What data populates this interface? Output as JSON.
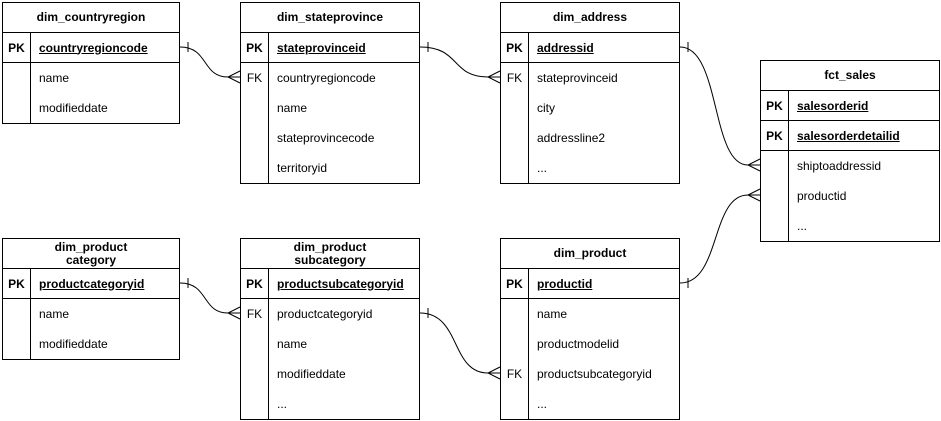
{
  "diagram": {
    "colors": {
      "stroke": "#000000",
      "fill": "#ffffff",
      "text": "#000000",
      "background": "#ffffff"
    },
    "entities": [
      {
        "id": "dim_countryregion",
        "title_lines": [
          "dim_countryregion"
        ],
        "rows": [
          {
            "key": "PK",
            "name": "countryregioncode",
            "is_pk": true
          },
          {
            "key": "",
            "name": "name",
            "is_pk": false
          },
          {
            "key": "",
            "name": "modifieddate",
            "is_pk": false
          }
        ]
      },
      {
        "id": "dim_stateprovince",
        "title_lines": [
          "dim_stateprovince"
        ],
        "rows": [
          {
            "key": "PK",
            "name": "stateprovinceid",
            "is_pk": true
          },
          {
            "key": "FK",
            "name": "countryregioncode",
            "is_pk": false
          },
          {
            "key": "",
            "name": "name",
            "is_pk": false
          },
          {
            "key": "",
            "name": "stateprovincecode",
            "is_pk": false
          },
          {
            "key": "",
            "name": "territoryid",
            "is_pk": false
          }
        ]
      },
      {
        "id": "dim_address",
        "title_lines": [
          "dim_address"
        ],
        "rows": [
          {
            "key": "PK",
            "name": "addressid",
            "is_pk": true
          },
          {
            "key": "FK",
            "name": "stateprovinceid",
            "is_pk": false
          },
          {
            "key": "",
            "name": "city",
            "is_pk": false
          },
          {
            "key": "",
            "name": "addressline2",
            "is_pk": false
          },
          {
            "key": "",
            "name": "...",
            "is_pk": false
          }
        ]
      },
      {
        "id": "fct_sales",
        "title_lines": [
          "fct_sales"
        ],
        "rows": [
          {
            "key": "PK",
            "name": "salesorderid",
            "is_pk": true
          },
          {
            "key": "PK",
            "name": "salesorderdetailid",
            "is_pk": true
          },
          {
            "key": "",
            "name": "shiptoaddressid",
            "is_pk": false
          },
          {
            "key": "",
            "name": "productid",
            "is_pk": false
          },
          {
            "key": "",
            "name": "...",
            "is_pk": false
          }
        ]
      },
      {
        "id": "dim_product_category",
        "title_lines": [
          "dim_product",
          "category"
        ],
        "rows": [
          {
            "key": "PK",
            "name": "productcategoryid",
            "is_pk": true
          },
          {
            "key": "",
            "name": "name",
            "is_pk": false
          },
          {
            "key": "",
            "name": "modifieddate",
            "is_pk": false
          }
        ]
      },
      {
        "id": "dim_product_subcategory",
        "title_lines": [
          "dim_product",
          "subcategory"
        ],
        "rows": [
          {
            "key": "PK",
            "name": "productsubcategoryid",
            "is_pk": true
          },
          {
            "key": "FK",
            "name": "productcategoryid",
            "is_pk": false
          },
          {
            "key": "",
            "name": "name",
            "is_pk": false
          },
          {
            "key": "",
            "name": "modifieddate",
            "is_pk": false
          },
          {
            "key": "",
            "name": "...",
            "is_pk": false
          }
        ]
      },
      {
        "id": "dim_product",
        "title_lines": [
          "dim_product"
        ],
        "rows": [
          {
            "key": "PK",
            "name": "productid",
            "is_pk": true
          },
          {
            "key": "",
            "name": "name",
            "is_pk": false
          },
          {
            "key": "",
            "name": "productmodelid",
            "is_pk": false
          },
          {
            "key": "FK",
            "name": "productsubcategoryid",
            "is_pk": false
          },
          {
            "key": "",
            "name": "...",
            "is_pk": false
          }
        ]
      }
    ],
    "relationships": [
      {
        "from_entity": "dim_countryregion",
        "from_field": "countryregioncode",
        "from_cardinality": "one",
        "to_entity": "dim_stateprovince",
        "to_field": "countryregioncode",
        "to_cardinality": "many"
      },
      {
        "from_entity": "dim_stateprovince",
        "from_field": "stateprovinceid",
        "from_cardinality": "one",
        "to_entity": "dim_address",
        "to_field": "stateprovinceid",
        "to_cardinality": "many"
      },
      {
        "from_entity": "dim_address",
        "from_field": "addressid",
        "from_cardinality": "one",
        "to_entity": "fct_sales",
        "to_field": "shiptoaddressid",
        "to_cardinality": "many"
      },
      {
        "from_entity": "dim_product",
        "from_field": "productid",
        "from_cardinality": "one",
        "to_entity": "fct_sales",
        "to_field": "productid",
        "to_cardinality": "many"
      },
      {
        "from_entity": "dim_product_category",
        "from_field": "productcategoryid",
        "from_cardinality": "one",
        "to_entity": "dim_product_subcategory",
        "to_field": "productcategoryid",
        "to_cardinality": "many"
      },
      {
        "from_entity": "dim_product_subcategory",
        "from_field": "productsubcategoryid",
        "from_cardinality": "one",
        "to_entity": "dim_product",
        "to_field": "productsubcategoryid",
        "to_cardinality": "many"
      }
    ]
  }
}
